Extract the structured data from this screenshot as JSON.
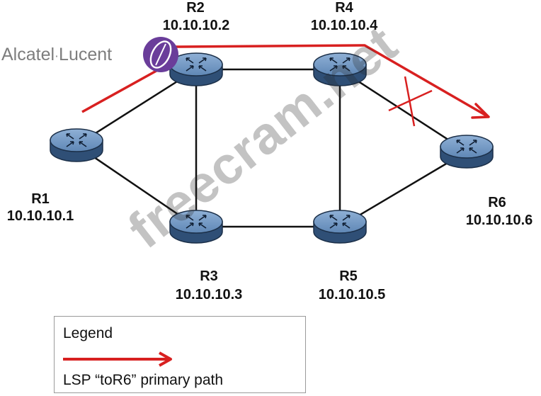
{
  "brand": {
    "name_part1": "Alcatel",
    "separator": "·",
    "name_part2": "Lucent",
    "logo_color": "#6a3d9a"
  },
  "routers": [
    {
      "name": "R1",
      "ip": "10.10.10.1"
    },
    {
      "name": "R2",
      "ip": "10.10.10.2"
    },
    {
      "name": "R3",
      "ip": "10.10.10.3"
    },
    {
      "name": "R4",
      "ip": "10.10.10.4"
    },
    {
      "name": "R5",
      "ip": "10.10.10.5"
    },
    {
      "name": "R6",
      "ip": "10.10.10.6"
    }
  ],
  "links": [
    [
      "R1",
      "R2"
    ],
    [
      "R1",
      "R3"
    ],
    [
      "R2",
      "R3"
    ],
    [
      "R2",
      "R4"
    ],
    [
      "R3",
      "R5"
    ],
    [
      "R4",
      "R5"
    ],
    [
      "R4",
      "R6"
    ],
    [
      "R5",
      "R6"
    ]
  ],
  "failed_link": [
    "R4",
    "R6"
  ],
  "lsp_path": [
    "R1",
    "R2",
    "R4",
    "R6"
  ],
  "legend": {
    "title": "Legend",
    "lsp_label": "LSP “toR6” primary path"
  },
  "watermark": "freecram.net",
  "colors": {
    "router_fill": "#5f87b5",
    "router_dark": "#2f4f76",
    "link": "#111111",
    "lsp": "#d82020",
    "failure_mark": "#d82020"
  }
}
